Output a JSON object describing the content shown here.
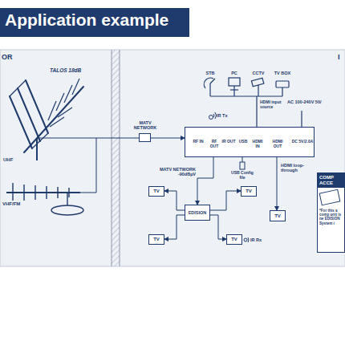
{
  "diagram": {
    "title": "Application example",
    "nodes": [
      {
        "text": [
          "MATV NETWORK"
        ]
      },
      {
        "text": [
          "RF IN",
          "RF OUT",
          "IR OUT",
          "USB",
          "HDMI IN",
          "HDMI OUT",
          "DC 5V/2.0A"
        ]
      },
      {
        "text": [
          "EDISION"
        ]
      },
      {
        "text": [
          "TV"
        ]
      },
      {
        "text": [
          "TV"
        ]
      },
      {
        "text": [
          "TV"
        ]
      },
      {
        "text": [
          "TV"
        ]
      },
      {
        "text": [
          "TV"
        ]
      },
      {
        "text": [
          "COMP ACCE",
          "*For this a comp unit is ne EDISION System i"
        ]
      }
    ],
    "edges": [
      {
        "from": 0,
        "to": 1,
        "arrow": "to"
      },
      {
        "from": 1,
        "to": 2,
        "label": "MATV NETWORK -90dBµV",
        "arrow": "to"
      },
      {
        "from": 2,
        "to": 3,
        "arrow": "to"
      },
      {
        "from": 2,
        "to": 4,
        "arrow": "to"
      },
      {
        "from": 2,
        "to": 5,
        "arrow": "to"
      },
      {
        "from": 2,
        "to": 6,
        "arrow": "to"
      },
      {
        "from": 1,
        "to": 7,
        "label": "HDMI loop-through",
        "arrow": "to"
      }
    ],
    "labels": [
      "OR",
      "TALOS 18dB",
      "UHF",
      "VHF/FM",
      "IR Tx",
      "STB",
      "PC",
      "CCTV",
      "TV BOX",
      "HDMI input source",
      "AC 100-240V 50/",
      "USB Config file",
      "IR Rx",
      "I"
    ]
  }
}
